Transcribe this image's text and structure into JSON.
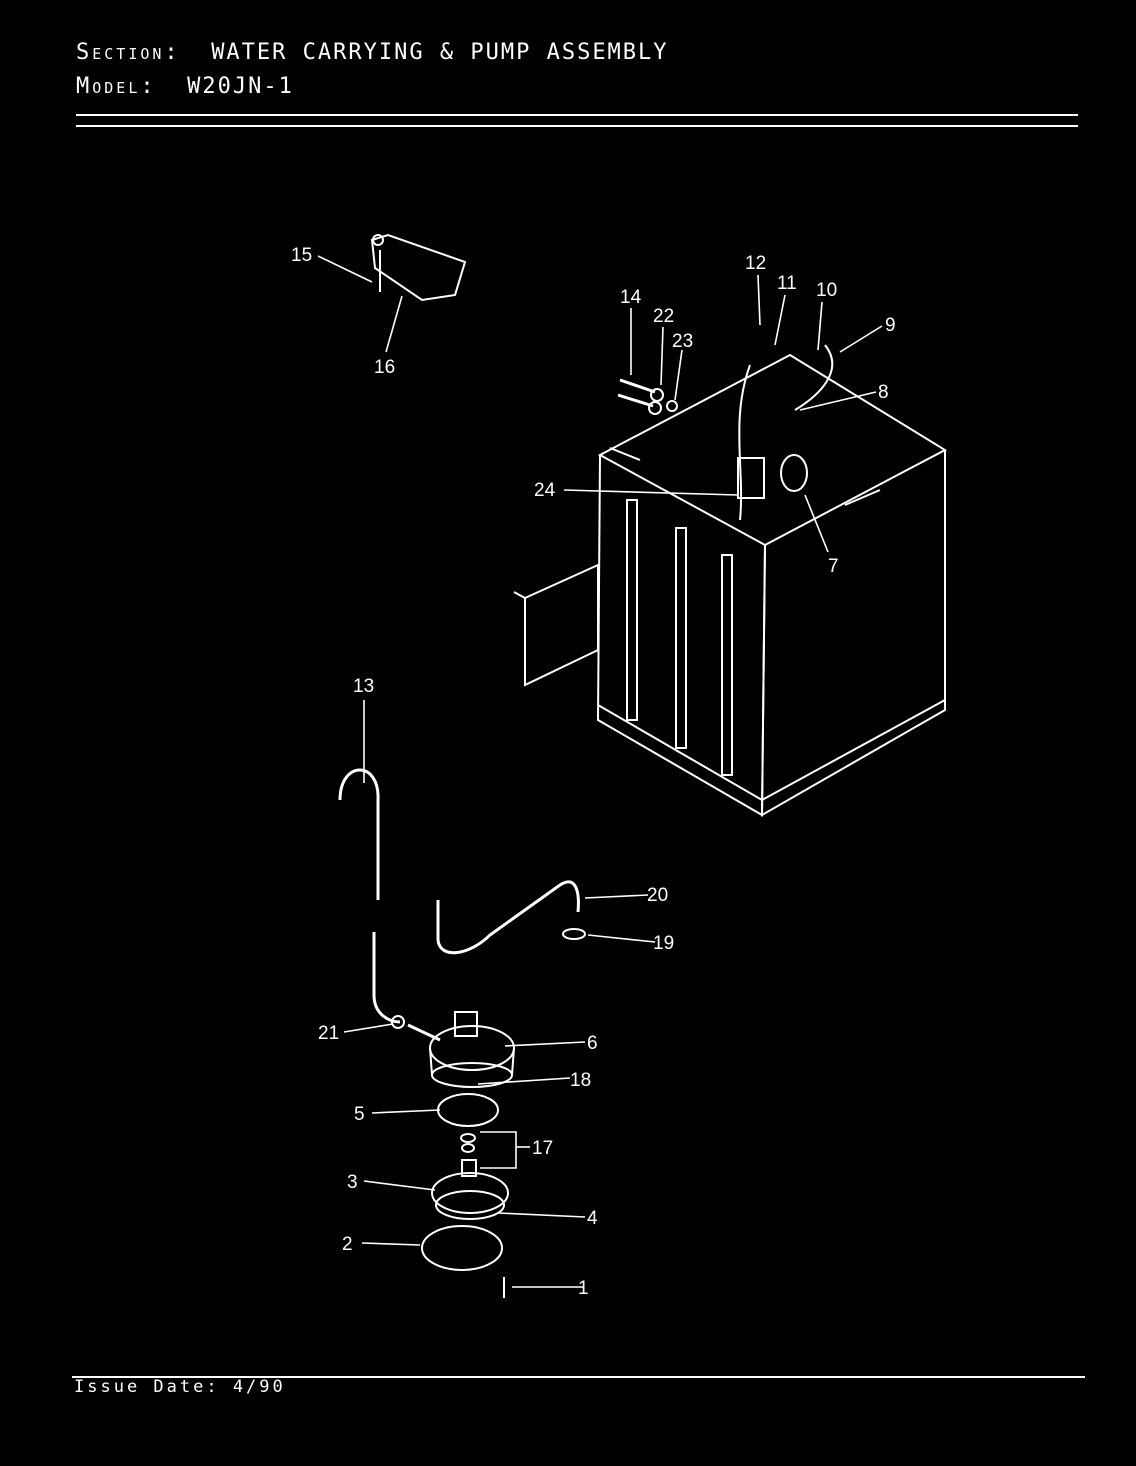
{
  "header": {
    "section_key": "Section:",
    "section_value": "WATER CARRYING & PUMP ASSEMBLY",
    "model_key": "Model:",
    "model_value": "W20JN-1"
  },
  "callouts": [
    "1",
    "2",
    "3",
    "4",
    "5",
    "6",
    "7",
    "8",
    "9",
    "10",
    "11",
    "12",
    "13",
    "14",
    "15",
    "16",
    "17",
    "18",
    "19",
    "20",
    "21",
    "22",
    "23",
    "24"
  ],
  "footer": {
    "issue_date": "Issue Date: 4/90"
  }
}
